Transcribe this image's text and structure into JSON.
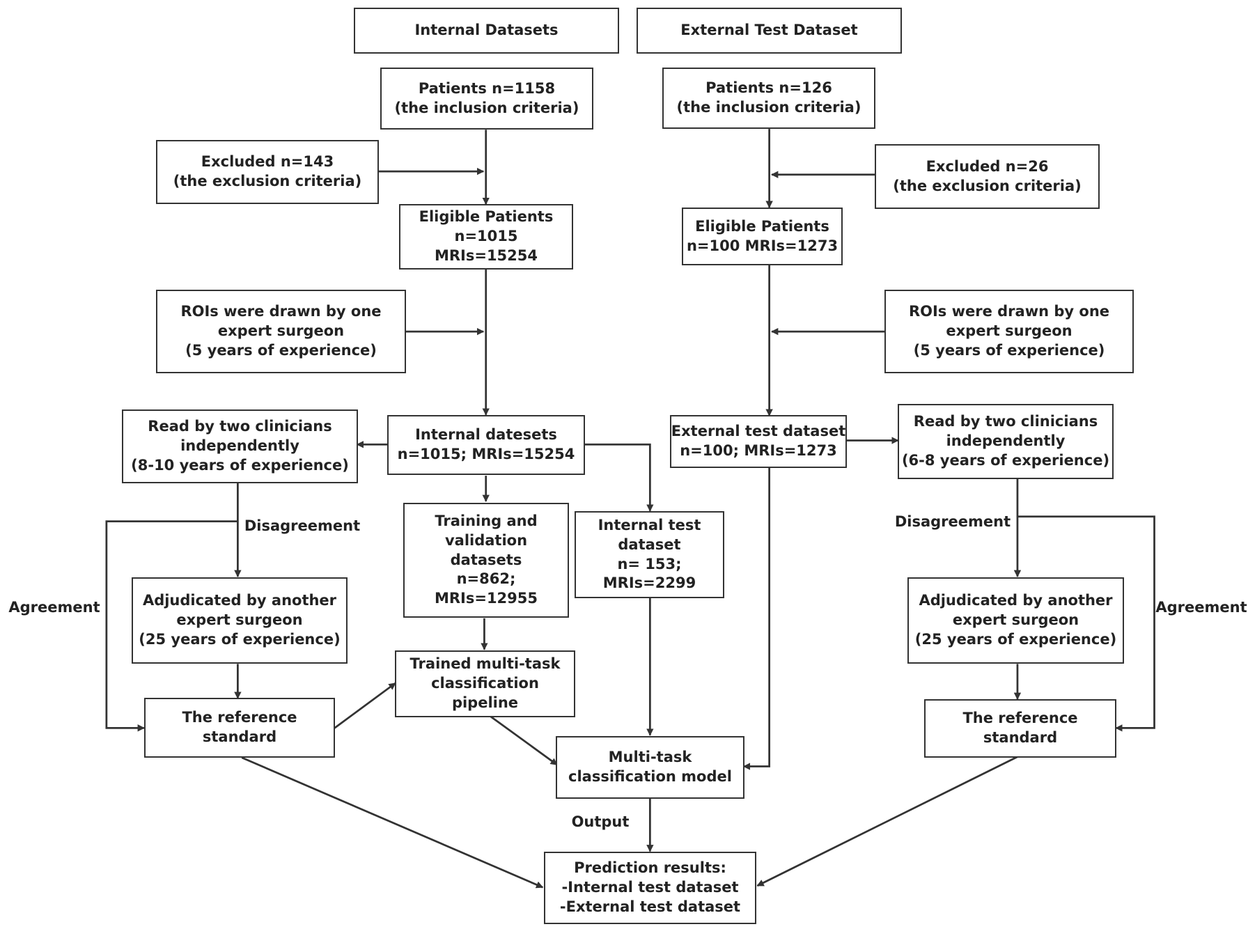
{
  "headers": {
    "internal": "Internal Datasets",
    "external": "External Test Dataset"
  },
  "boxes": {
    "int_patients": [
      "Patients n=1158",
      "(the inclusion criteria)"
    ],
    "int_excluded": [
      "Excluded n=143",
      "(the exclusion criteria)"
    ],
    "int_eligible": [
      "Eligible Patients",
      "n=1015",
      "MRIs=15254"
    ],
    "int_rois": [
      "ROIs were drawn by one",
      "expert surgeon",
      "(5 years of experience)"
    ],
    "int_read": [
      "Read by two clinicians",
      "independently",
      "(8-10 years of experience)"
    ],
    "int_datasets": [
      "Internal datesets",
      "n=1015; MRIs=15254"
    ],
    "training": [
      "Training and",
      "validation",
      "datasets",
      "n=862;",
      "MRIs=12955"
    ],
    "int_test": [
      "Internal test",
      "dataset",
      "n= 153;",
      "MRIs=2299"
    ],
    "int_adjudicated": [
      "Adjudicated by another",
      "expert surgeon",
      "(25 years of experience)"
    ],
    "trained_pipeline": [
      "Trained multi-task",
      "classification",
      "pipeline"
    ],
    "int_reference": [
      "The reference",
      "standard"
    ],
    "model": [
      "Multi-task",
      "classification model"
    ],
    "prediction": [
      "Prediction results:",
      "-Internal test dataset",
      "-External test dataset"
    ],
    "ext_patients": [
      "Patients n=126",
      "(the inclusion criteria)"
    ],
    "ext_excluded": [
      "Excluded n=26",
      "(the exclusion criteria)"
    ],
    "ext_eligible": [
      "Eligible Patients",
      "n=100 MRIs=1273"
    ],
    "ext_rois": [
      "ROIs were drawn by one",
      "expert surgeon",
      "(5 years of experience)"
    ],
    "ext_test": [
      "External test dataset",
      "n=100; MRIs=1273"
    ],
    "ext_read": [
      "Read by two clinicians",
      "independently",
      "(6-8 years of experience)"
    ],
    "ext_adjudicated": [
      "Adjudicated by another",
      "expert surgeon",
      "(25 years of experience)"
    ],
    "ext_reference": [
      "The reference",
      "standard"
    ]
  },
  "labels": {
    "int_disagreement": "Disagreement",
    "int_agreement": "Agreement",
    "ext_disagreement": "Disagreement",
    "ext_agreement": "Agreement",
    "output": "Output"
  },
  "colors": {
    "line": "#333333",
    "text": "#222222",
    "background": "#ffffff"
  }
}
